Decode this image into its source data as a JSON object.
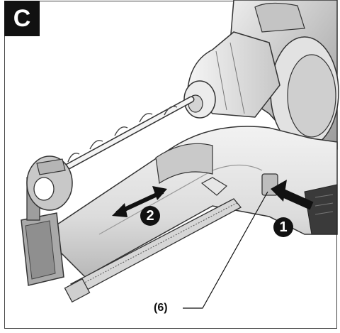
{
  "figure": {
    "panel_label": "C",
    "steps": [
      {
        "number": "1",
        "icon": "push-arrow-icon"
      },
      {
        "number": "2",
        "icon": "double-arrow-icon"
      }
    ],
    "callout": {
      "label": "(6)"
    },
    "colors": {
      "badge": "#111111",
      "tool_body": "#d9d9d9",
      "tool_shadow": "#9a9a9a",
      "ink": "#222222"
    }
  }
}
